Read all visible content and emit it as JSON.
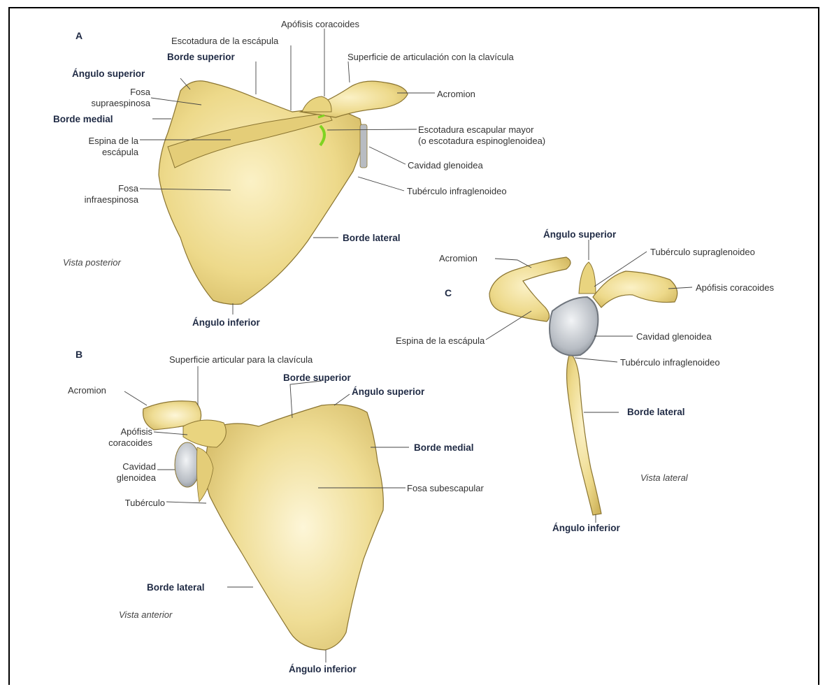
{
  "panels": {
    "A": {
      "letter": "A",
      "view": "Vista posterior",
      "labels": {
        "apofisis_coracoides": "Apófisis coracoides",
        "escotadura_escapula": "Escotadura de la escápula",
        "borde_superior": "Borde superior",
        "superficie_clavicula": "Superficie de articulación con la clavícula",
        "angulo_superior": "Ángulo superior",
        "fosa_supraespinosa_1": "Fosa",
        "fosa_supraespinosa_2": "supraespinosa",
        "acromion": "Acromion",
        "borde_medial": "Borde medial",
        "escotadura_mayor_1": "Escotadura escapular mayor",
        "escotadura_mayor_2": "(o escotadura espinoglenoidea)",
        "espina_1": "Espina de la",
        "espina_2": "escápula",
        "cavidad_glenoidea": "Cavidad glenoidea",
        "fosa_infraespinosa_1": "Fosa",
        "fosa_infraespinosa_2": "infraespinosa",
        "tuberculo_infraglenoideo": "Tubérculo infraglenoideo",
        "borde_lateral": "Borde lateral",
        "angulo_inferior": "Ángulo inferior"
      }
    },
    "B": {
      "letter": "B",
      "view": "Vista anterior",
      "labels": {
        "superficie_clavicula": "Superficie articular para la clavícula",
        "acromion": "Acromion",
        "borde_superior": "Borde superior",
        "angulo_superior": "Ángulo superior",
        "apofisis_1": "Apófisis",
        "apofisis_2": "coracoides",
        "borde_medial": "Borde medial",
        "cavidad_1": "Cavidad",
        "cavidad_2": "glenoidea",
        "fosa_subescapular": "Fosa subescapular",
        "tuberculo": "Tubérculo",
        "borde_lateral": "Borde lateral",
        "angulo_inferior": "Ángulo inferior"
      }
    },
    "C": {
      "letter": "C",
      "view": "Vista lateral",
      "labels": {
        "angulo_superior": "Ángulo superior",
        "acromion": "Acromion",
        "tuberculo_supraglenoideo": "Tubérculo supraglenoideo",
        "apofisis_coracoides": "Apófisis coracoides",
        "espina": "Espina de la escápula",
        "cavidad_glenoidea": "Cavidad glenoidea",
        "tuberculo_infraglenoideo": "Tubérculo infraglenoideo",
        "borde_lateral": "Borde lateral",
        "angulo_inferior": "Ángulo inferior"
      }
    }
  },
  "colors": {
    "bone": "#efdc8e",
    "bone_shadow": "#cdb25a",
    "bone_highlight": "#faf0c2",
    "bone_outline": "#8a7430",
    "cartilage": "#b8bcc2",
    "arrow": "#7ed321",
    "leader": "#444444"
  }
}
